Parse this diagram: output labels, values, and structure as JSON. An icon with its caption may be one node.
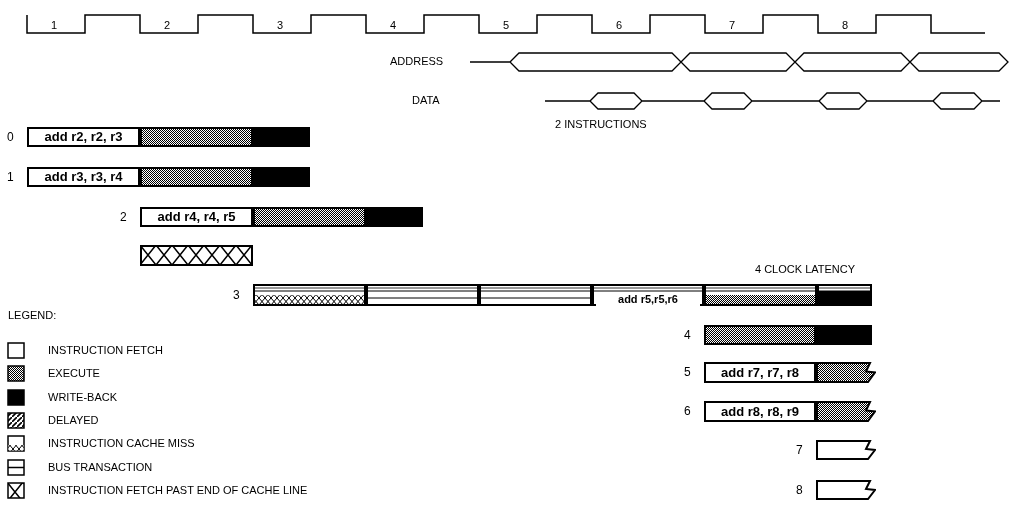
{
  "diagram": {
    "nodes": [
      {
        "text": [
          "add r2, r2, r3"
        ],
        "beside": [
          "0"
        ]
      },
      {
        "text": [
          "add r3, r3, r4"
        ],
        "beside": [
          "1"
        ]
      },
      {
        "text": [
          "add r4, r4, r5"
        ],
        "beside": [
          "2"
        ]
      },
      {
        "text": [],
        "shape": "bar"
      },
      {
        "text": [
          "add r5,r5,r6"
        ],
        "beside": [
          "3"
        ]
      },
      {
        "text": [],
        "shape": "bar",
        "beside": [
          "4"
        ]
      },
      {
        "text": [
          "add r7, r7, r8"
        ],
        "beside": [
          "5"
        ]
      },
      {
        "text": [
          "add r8, r8, r9"
        ],
        "beside": [
          "6"
        ]
      },
      {
        "text": [],
        "shape": "bar",
        "beside": [
          "7"
        ]
      },
      {
        "text": [],
        "shape": "bar",
        "beside": [
          "8"
        ]
      }
    ],
    "labels": [
      "1",
      "2",
      "3",
      "4",
      "5",
      "6",
      "7",
      "8",
      "ADDRESS",
      "DATA",
      "2 INSTRUCTIONS",
      "4 CLOCK LATENCY",
      "LEGEND:"
    ],
    "legend": [
      {
        "text": "INSTRUCTION FETCH"
      },
      {
        "text": "EXECUTE"
      },
      {
        "text": "WRITE-BACK",
        "color": "#000000"
      },
      {
        "text": "DELAYED"
      },
      {
        "text": "INSTRUCTION CACHE MISS"
      },
      {
        "text": "BUS TRANSACTION"
      },
      {
        "text": "INSTRUCTION FETCH PAST END OF CACHE LINE"
      }
    ]
  }
}
